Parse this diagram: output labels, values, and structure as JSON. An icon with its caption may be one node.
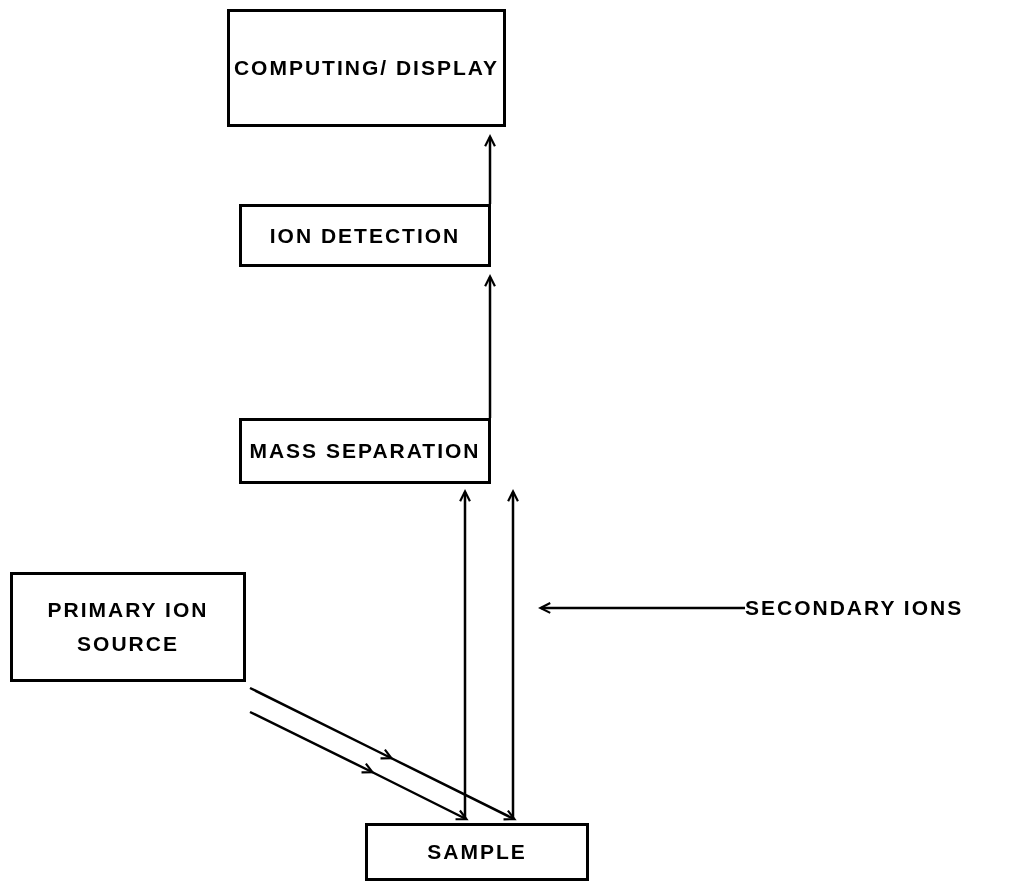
{
  "diagram": {
    "nodes": [
      {
        "text": [
          "COMPUTING/ DISPLAY"
        ]
      },
      {
        "text": [
          "ION DETECTION"
        ]
      },
      {
        "text": [
          "MASS SEPARATION"
        ]
      },
      {
        "text": [
          "PRIMARY ION SOURCE"
        ]
      },
      {
        "text": [
          "SAMPLE"
        ]
      },
      {
        "text": [
          "SECONDARY IONS"
        ]
      }
    ],
    "edges": [
      {
        "from": 1,
        "to": 0,
        "arrow": "to"
      },
      {
        "from": 2,
        "to": 1,
        "arrow": "to"
      },
      {
        "from": 4,
        "to": 2,
        "arrow": "to"
      },
      {
        "from": 4,
        "to": 2,
        "arrow": "to"
      },
      {
        "from": 3,
        "to": 4,
        "arrow": "to"
      },
      {
        "from": 3,
        "to": 4,
        "arrow": "to"
      },
      {
        "from": 5,
        "to": null,
        "arrow": "to"
      }
    ]
  }
}
